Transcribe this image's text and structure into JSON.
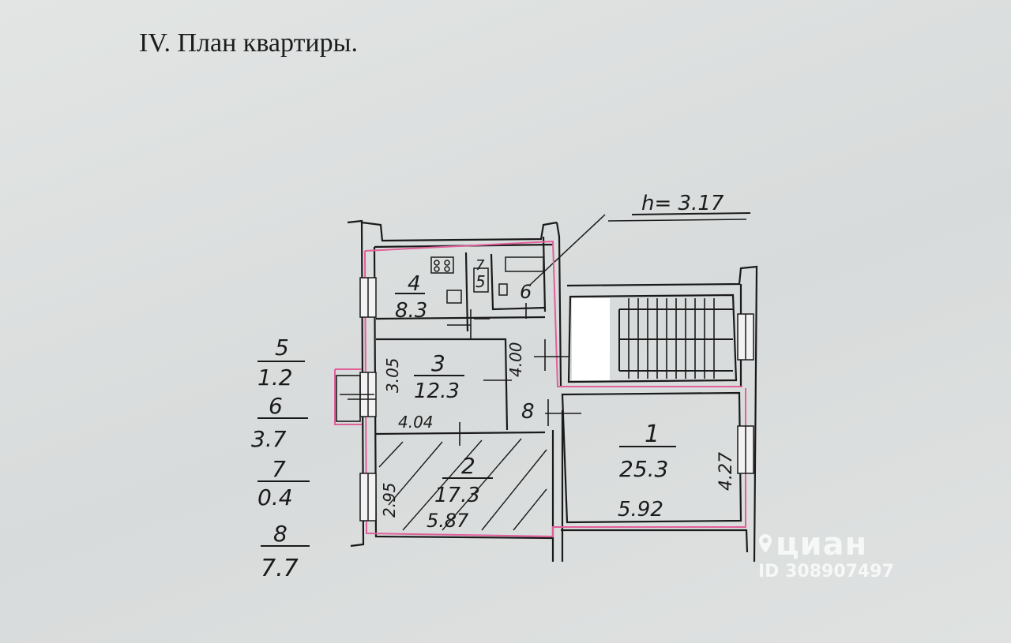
{
  "title": "IV. План квартиры.",
  "ceiling_height": "h= 3.17",
  "rooms": [
    {
      "number": "1",
      "area": "25.3",
      "width": "5.92",
      "length": "4.27"
    },
    {
      "number": "2",
      "area": "17.3",
      "width": "5.87",
      "length": "2.95"
    },
    {
      "number": "3",
      "area": "12.3",
      "width": "4.04",
      "length": "3.05"
    },
    {
      "number": "4",
      "area": "8.3"
    },
    {
      "number": "5"
    },
    {
      "number": "6"
    },
    {
      "number": "7"
    },
    {
      "number": "8"
    }
  ],
  "kitchen_extra_dim": "4.00",
  "legend": [
    {
      "number": "5",
      "area": "1.2"
    },
    {
      "number": "6",
      "area": "3.7"
    },
    {
      "number": "7",
      "area": "0.4"
    },
    {
      "number": "8",
      "area": "7.7"
    }
  ],
  "watermark": {
    "logo": "циан",
    "id": "ID 308907497"
  },
  "colors": {
    "outline": "#e0609a",
    "ink": "#1a1a1a",
    "paper": "#dcdfdf"
  }
}
